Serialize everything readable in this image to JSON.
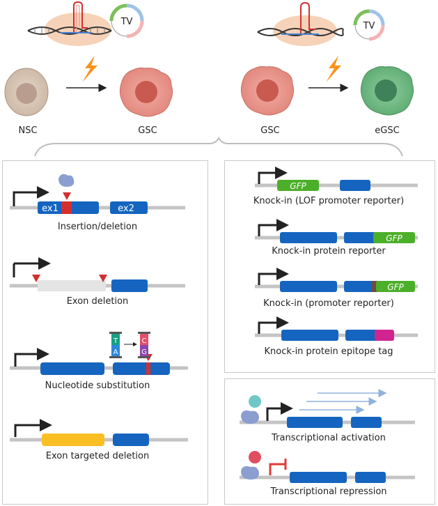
{
  "top": {
    "cells": [
      "NSC",
      "GSC",
      "GSC",
      "eGSC"
    ],
    "vector_label": "TV"
  },
  "left_panel": {
    "items": [
      {
        "caption": "Insertion/deletion",
        "exons": [
          "ex1",
          "ex2"
        ]
      },
      {
        "caption": "Exon deletion"
      },
      {
        "caption": "Nucleotide substitution",
        "bases_before": [
          "T",
          "A"
        ],
        "bases_after": [
          "C",
          "G"
        ]
      },
      {
        "caption": "Exon targeted deletion"
      }
    ]
  },
  "right_panel": {
    "reporter_tag": "GFP",
    "items": [
      {
        "caption": "Knock-in (LOF promoter reporter)"
      },
      {
        "caption": "Knock-in protein reporter"
      },
      {
        "caption": "Knock-in (promoter reporter)"
      },
      {
        "caption": "Knock-in protein epitope tag"
      }
    ]
  },
  "bottom_right_panel": {
    "items": [
      {
        "caption": "Transcriptional activation"
      },
      {
        "caption": "Transcriptional repression"
      }
    ]
  },
  "colors": {
    "exon": "#1565c0",
    "gfp": "#4caf2a",
    "epitope": "#d0258f",
    "mutation": "#d32f2f",
    "targeted": "#fbbf24",
    "dna_line": "#c4c4c4",
    "nsc": "#d8c7b6",
    "gsc": "#e8948a",
    "egsc": "#7cc08e",
    "lightning": "#f7941d"
  }
}
